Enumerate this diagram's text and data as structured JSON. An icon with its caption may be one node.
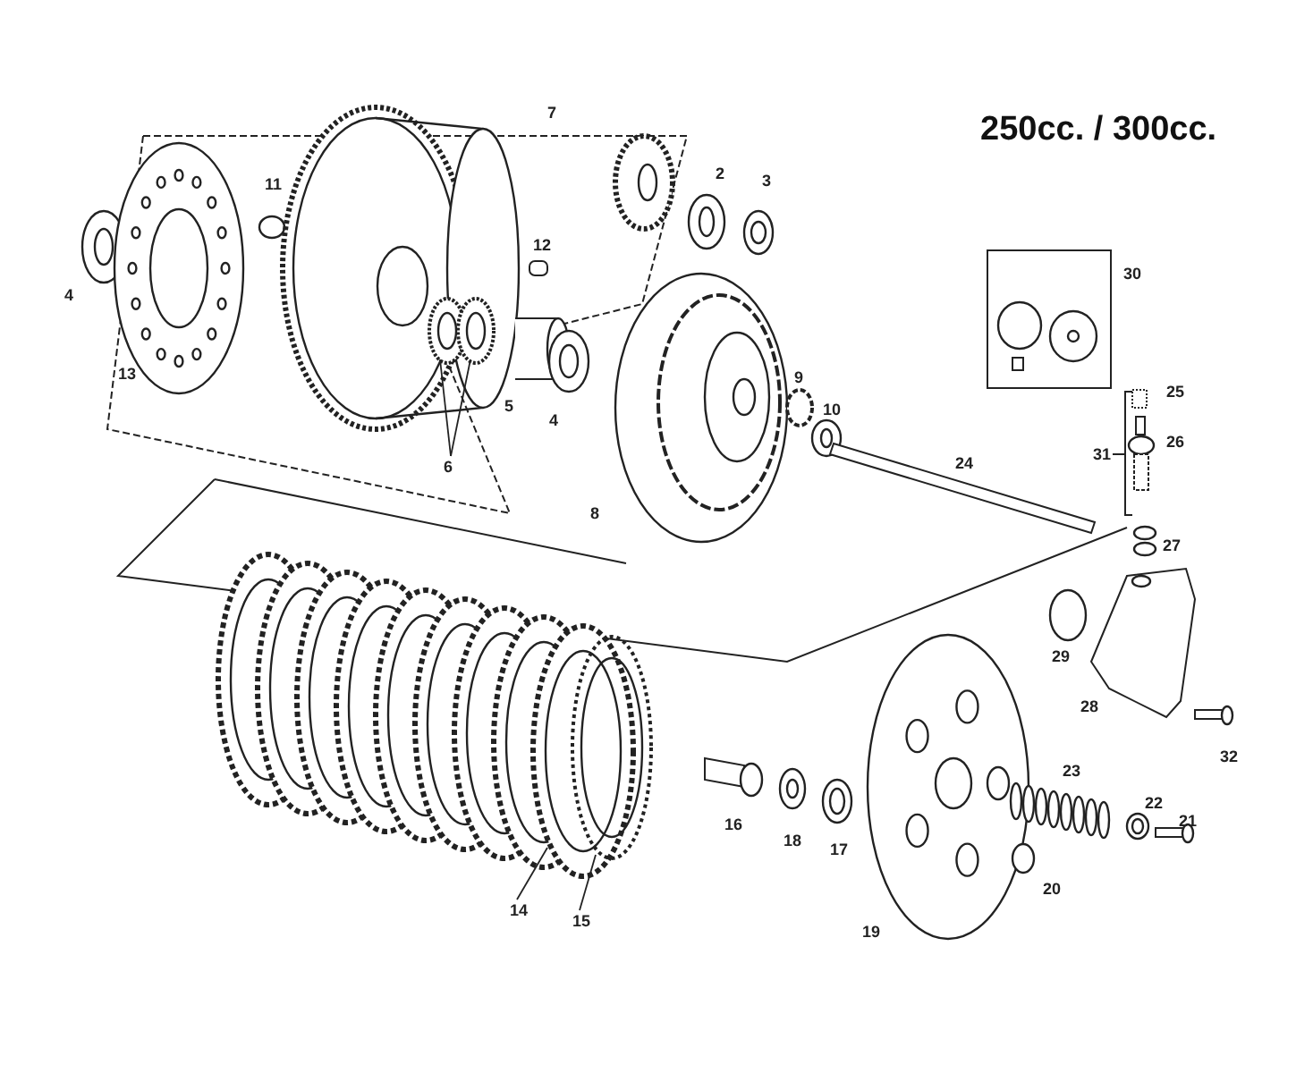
{
  "diagram": {
    "title": "250cc. / 300cc.",
    "nodes": [
      {
        "text": [
          "6"
        ]
      },
      {
        "text": [
          "14"
        ]
      },
      {
        "text": [
          "15"
        ]
      },
      {
        "text": [],
        "shape": "picture"
      },
      {
        "text": [],
        "shape": "picture"
      },
      {
        "text": [],
        "shape": "picture"
      },
      {
        "text": [],
        "shape": "picture"
      }
    ],
    "edges": [
      {
        "from": 0,
        "to": 3,
        "arrow": "none"
      },
      {
        "from": 0,
        "to": 4,
        "arrow": "none"
      },
      {
        "from": 1,
        "to": 5,
        "arrow": "none"
      },
      {
        "from": 2,
        "to": 6,
        "arrow": "none"
      }
    ],
    "labels": [
      "7",
      "11",
      "2",
      "3",
      "12",
      "30",
      "4",
      "13",
      "9",
      "10",
      "5",
      "4",
      "25",
      "31",
      "26",
      "24",
      "8",
      "27",
      "29",
      "28",
      "32",
      "23",
      "16",
      "18",
      "17",
      "22",
      "21",
      "20",
      "19"
    ]
  }
}
